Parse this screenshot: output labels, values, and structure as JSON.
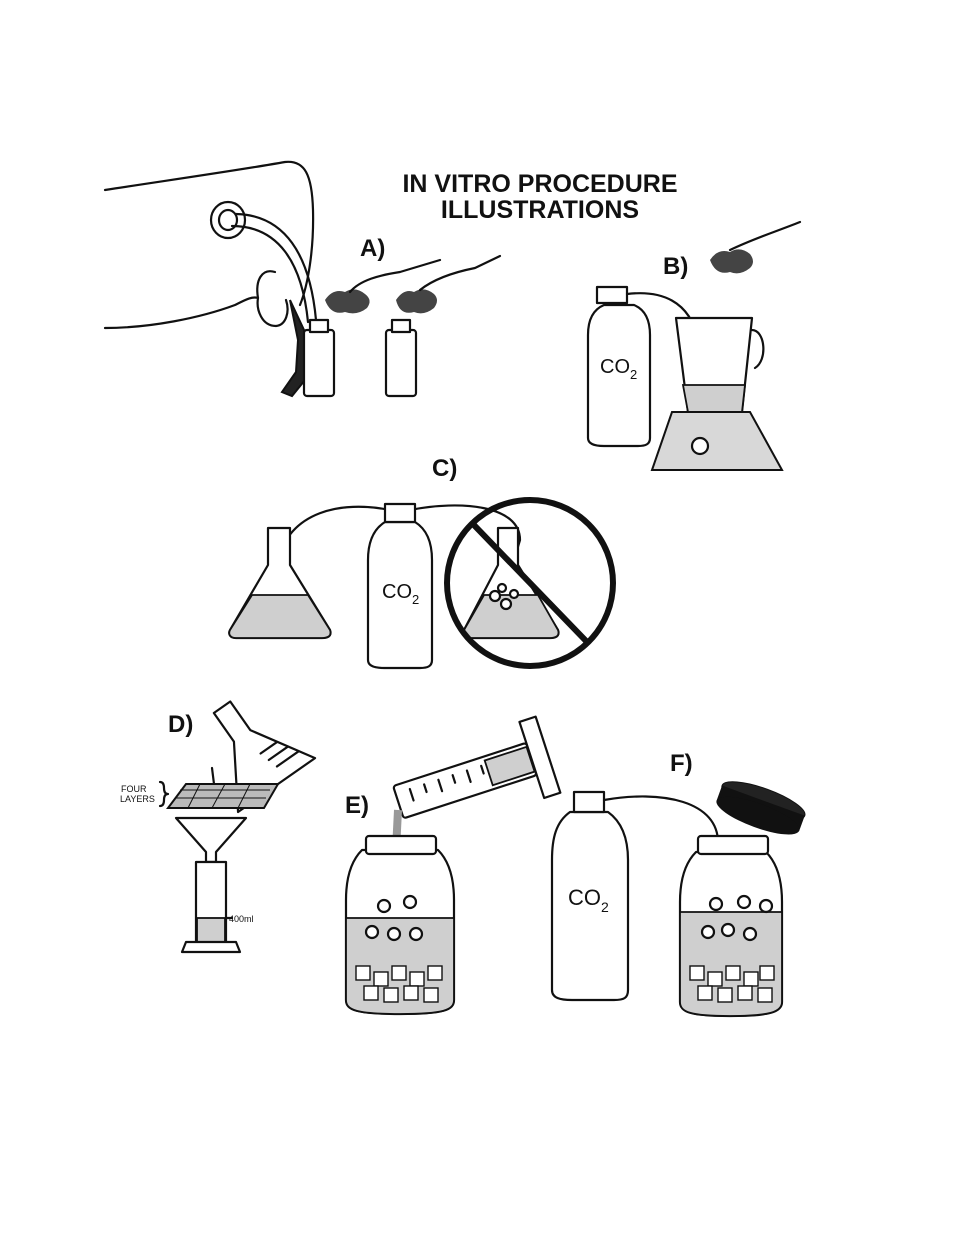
{
  "title": {
    "line1": "IN VITRO PROCEDURE",
    "line2": "ILLUSTRATIONS"
  },
  "steps": {
    "a": "A)",
    "b": "B)",
    "c": "C)",
    "d": "D)",
    "e": "E)",
    "f": "F)"
  },
  "gas_label": "CO",
  "gas_subscript": "2",
  "cheesecloth_label": {
    "line1": "FOUR",
    "line2": "LAYERS"
  },
  "cylinder_volume": "400ml",
  "colors": {
    "ink": "#111111",
    "liquid": "#cfcfcf",
    "paper": "#ffffff"
  }
}
